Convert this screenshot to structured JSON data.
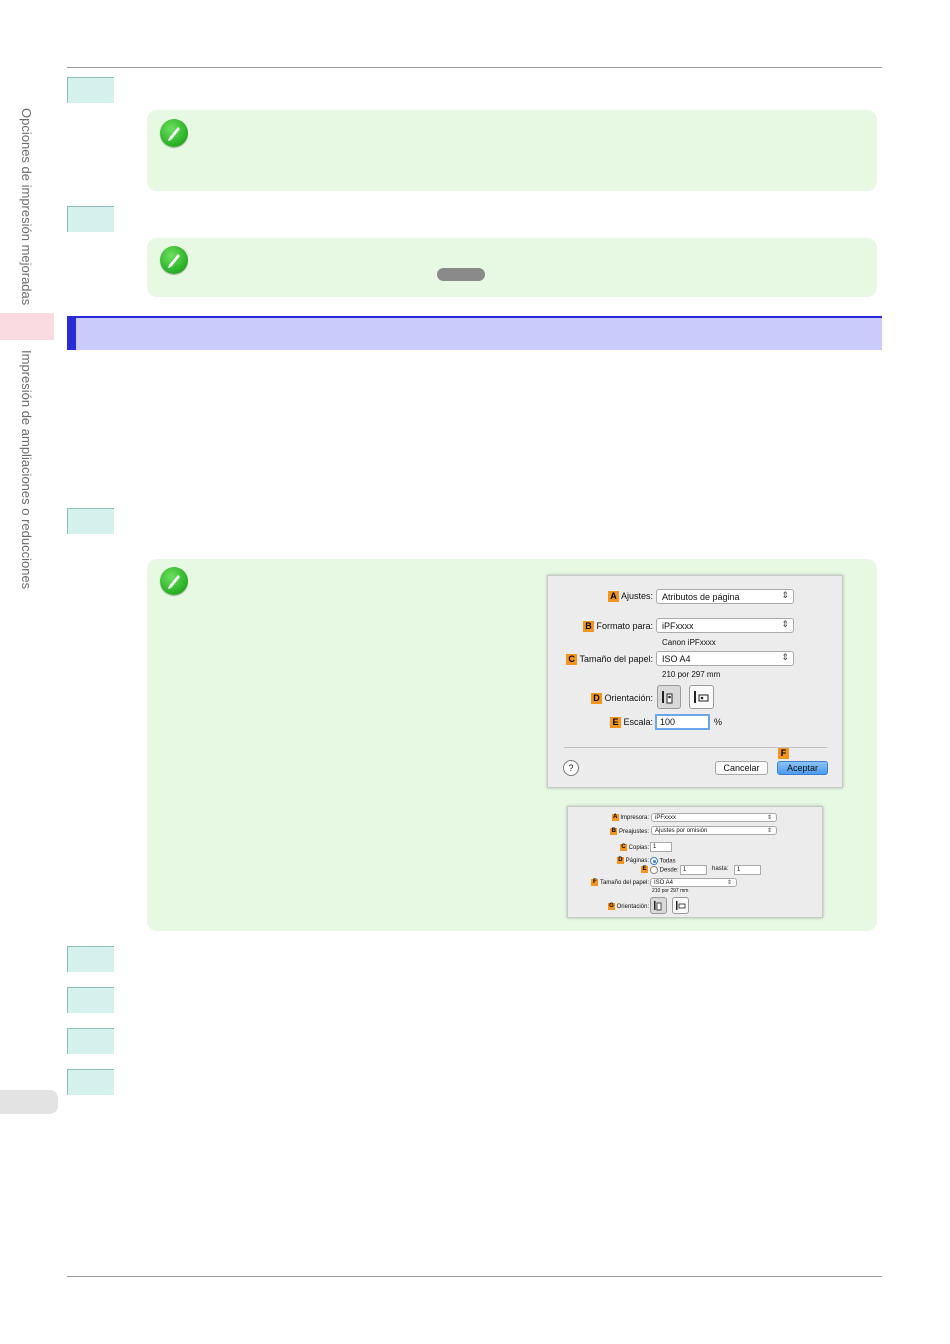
{
  "sidebar": {
    "chapter_tab": "Opciones de impresión mejoradas",
    "section_tab": "Impresión de ampliaciones o reducciones"
  },
  "dialog_page_setup": {
    "settings_label": "Ajustes:",
    "settings_value": "Atributos de página",
    "format_label": "Formato para:",
    "format_value": "iPFxxxx",
    "format_sub": "Canon iPFxxxx",
    "paper_label": "Tamaño del papel:",
    "paper_value": "ISO A4",
    "paper_sub": "210 por 297 mm",
    "orientation_label": "Orientación:",
    "scale_label": "Escala:",
    "scale_value": "100",
    "scale_unit": "%",
    "help_glyph": "?",
    "cancel_label": "Cancelar",
    "ok_label": "Aceptar",
    "badges": [
      "A",
      "B",
      "C",
      "D",
      "E",
      "F"
    ]
  },
  "dialog_print": {
    "printer_label": "Impresora:",
    "printer_value": "iPFxxxx",
    "presets_label": "Preajustes:",
    "presets_value": "Ajustes por omisión",
    "copies_label": "Copias:",
    "copies_value": "1",
    "pages_label": "Páginas:",
    "pages_all": "Todas",
    "pages_from": "Desde:",
    "from_value": "1",
    "pages_to": "hasta:",
    "to_value": "1",
    "paper_label": "Tamaño del papel:",
    "paper_value": "ISO A4",
    "paper_sub": "210 por 297 mm",
    "orientation_label": "Orientación:",
    "badges": [
      "A",
      "B",
      "C",
      "D",
      "E",
      "F",
      "G"
    ]
  },
  "colors": {
    "step_box": "#d5f1ee",
    "note_panel": "#e7f8e3",
    "section_bar": "#cbcbfb",
    "section_accent": "#2a2adb",
    "side_tab": "#fadbe1",
    "badge": "#f29420"
  }
}
